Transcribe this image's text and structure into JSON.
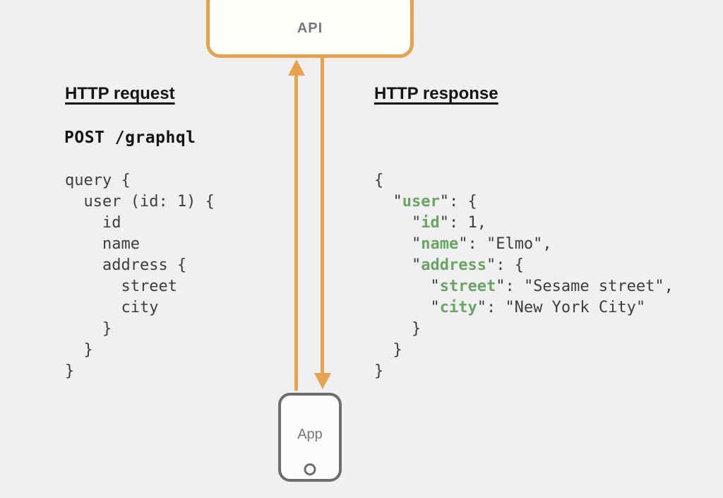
{
  "colors": {
    "background": "#f0eff1",
    "accent_orange": "#e6a24c",
    "node_border_gray": "#6d6d6d",
    "node_label_gray": "#75777a",
    "code_text": "#3d3d3d",
    "json_key_green": "#6ba564",
    "heading_black": "#141414"
  },
  "nodes": {
    "api_label": "API",
    "app_label": "App"
  },
  "arrows": {
    "request_direction": "up",
    "response_direction": "down"
  },
  "request": {
    "title": "HTTP request",
    "method": "POST /graphql",
    "code_lines": [
      "query {",
      "  user (id: 1) {",
      "    id",
      "    name",
      "    address {",
      "      street",
      "      city",
      "    }",
      "  }",
      "}"
    ]
  },
  "response": {
    "title": "HTTP response",
    "code_lines": [
      [
        [
          "{",
          0
        ]
      ],
      [
        [
          "  \"",
          0
        ],
        [
          "user",
          1
        ],
        [
          "\": {",
          0
        ]
      ],
      [
        [
          "    \"",
          0
        ],
        [
          "id",
          1
        ],
        [
          "\": 1,",
          0
        ]
      ],
      [
        [
          "    \"",
          0
        ],
        [
          "name",
          1
        ],
        [
          "\": \"Elmo\",",
          0
        ]
      ],
      [
        [
          "    \"",
          0
        ],
        [
          "address",
          1
        ],
        [
          "\": {",
          0
        ]
      ],
      [
        [
          "      \"",
          0
        ],
        [
          "street",
          1
        ],
        [
          "\": \"Sesame street\",",
          0
        ]
      ],
      [
        [
          "      \"",
          0
        ],
        [
          "city",
          1
        ],
        [
          "\": \"New York City\"",
          0
        ]
      ],
      [
        [
          "    }",
          0
        ]
      ],
      [
        [
          "  }",
          0
        ]
      ],
      [
        [
          "}",
          0
        ]
      ]
    ]
  }
}
